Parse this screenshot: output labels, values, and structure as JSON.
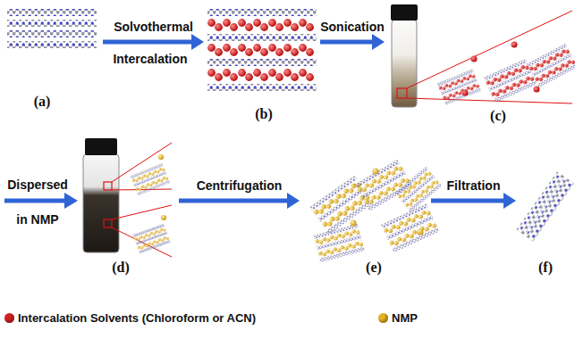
{
  "diagram": {
    "nodes": [
      {
        "text": [
          "(a)"
        ]
      },
      {
        "text": [
          "(b)"
        ]
      },
      {
        "text": [
          "(c)"
        ]
      },
      {
        "text": [
          "(d)"
        ]
      },
      {
        "text": [
          "(e)"
        ]
      },
      {
        "text": [
          "(f)"
        ]
      }
    ],
    "edges": [
      {
        "from": 0,
        "to": 1,
        "arrow": "to",
        "label": "Solvothermal"
      },
      {
        "from": 1,
        "to": 2,
        "arrow": "to",
        "label": "Sonication"
      },
      {
        "from": 3,
        "to": 4,
        "arrow": "to",
        "label": "Centrifugation"
      },
      {
        "from": 4,
        "to": 5,
        "arrow": "to",
        "label": "Filtration"
      }
    ],
    "labels": [
      "Intercalation",
      "Dispersed",
      "in NMP"
    ],
    "legend": [
      {
        "text": "Intercalation Solvents (Chloroform or ACN)",
        "color": "#d42020"
      },
      {
        "text": "NMP",
        "color": "#e6b422"
      }
    ]
  }
}
